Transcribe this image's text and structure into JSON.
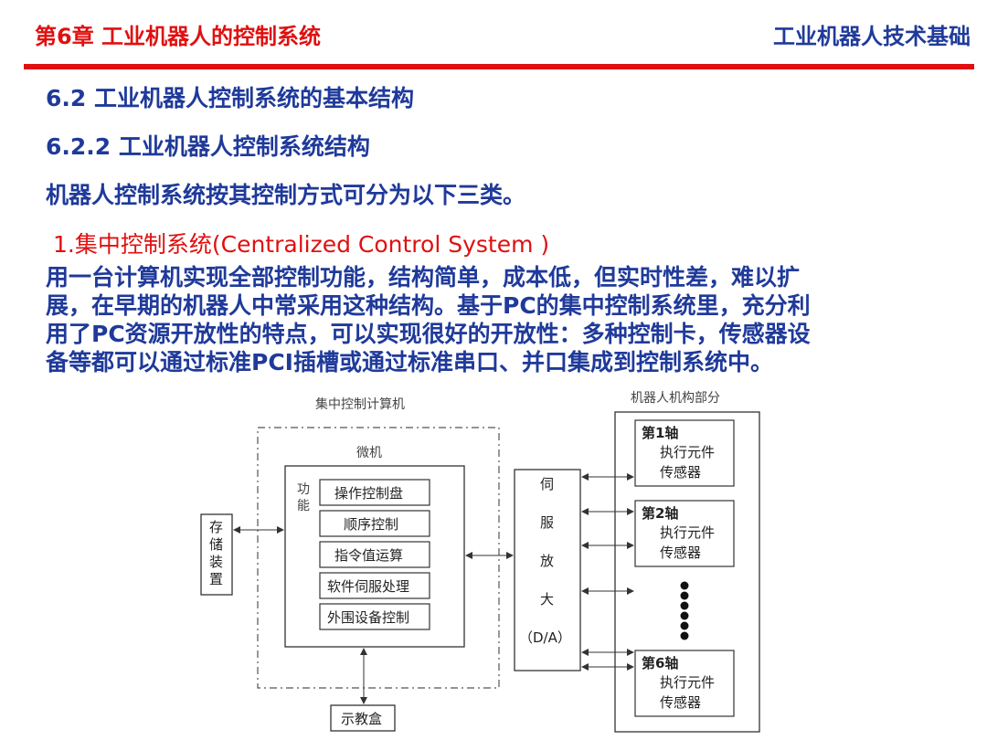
{
  "header": {
    "chapter": "第6章 工业机器人的控制系统",
    "book": "工业机器人技术基础"
  },
  "headings": {
    "h1": "6.2 工业机器人控制系统的基本结构",
    "h2": "6.2.2 工业机器人控制系统结构",
    "intro": "机器人控制系统按其控制方式可分为以下三类。"
  },
  "section": {
    "title": "1.集中控制系统(Centralized Control System )",
    "lines": [
      "用一台计算机实现全部控制功能，结构简单，成本低，但实时性差，难以扩",
      "展，在早期的机器人中常采用这种结构。基于PC的集中控制系统里，充分利",
      "用了PC资源开放性的特点，可以实现很好的开放性：多种控制卡，传感器设",
      "备等都可以通过标准PCI插槽或通过标准串口、并口集成到控制系统中。"
    ]
  },
  "diagram": {
    "computer_label": "集中控制计算机",
    "robot_label": "机器人机构部分",
    "micro_label": "微机",
    "function_label": [
      "功",
      "能"
    ],
    "functions": [
      "操作控制盘",
      "顺序控制",
      "指令值运算",
      "软件伺服处理",
      "外围设备控制"
    ],
    "storage": [
      "存",
      "储",
      "装",
      "置"
    ],
    "teach_box": "示教盒",
    "servo": [
      "伺",
      "服",
      "放",
      "大"
    ],
    "servo_da": "（D/A）",
    "axes": [
      {
        "name": "第1轴",
        "actuator": "执行元件",
        "sensor": "传感器"
      },
      {
        "name": "第2轴",
        "actuator": "执行元件",
        "sensor": "传感器"
      },
      {
        "name": "第6轴",
        "actuator": "执行元件",
        "sensor": "传感器"
      }
    ]
  }
}
